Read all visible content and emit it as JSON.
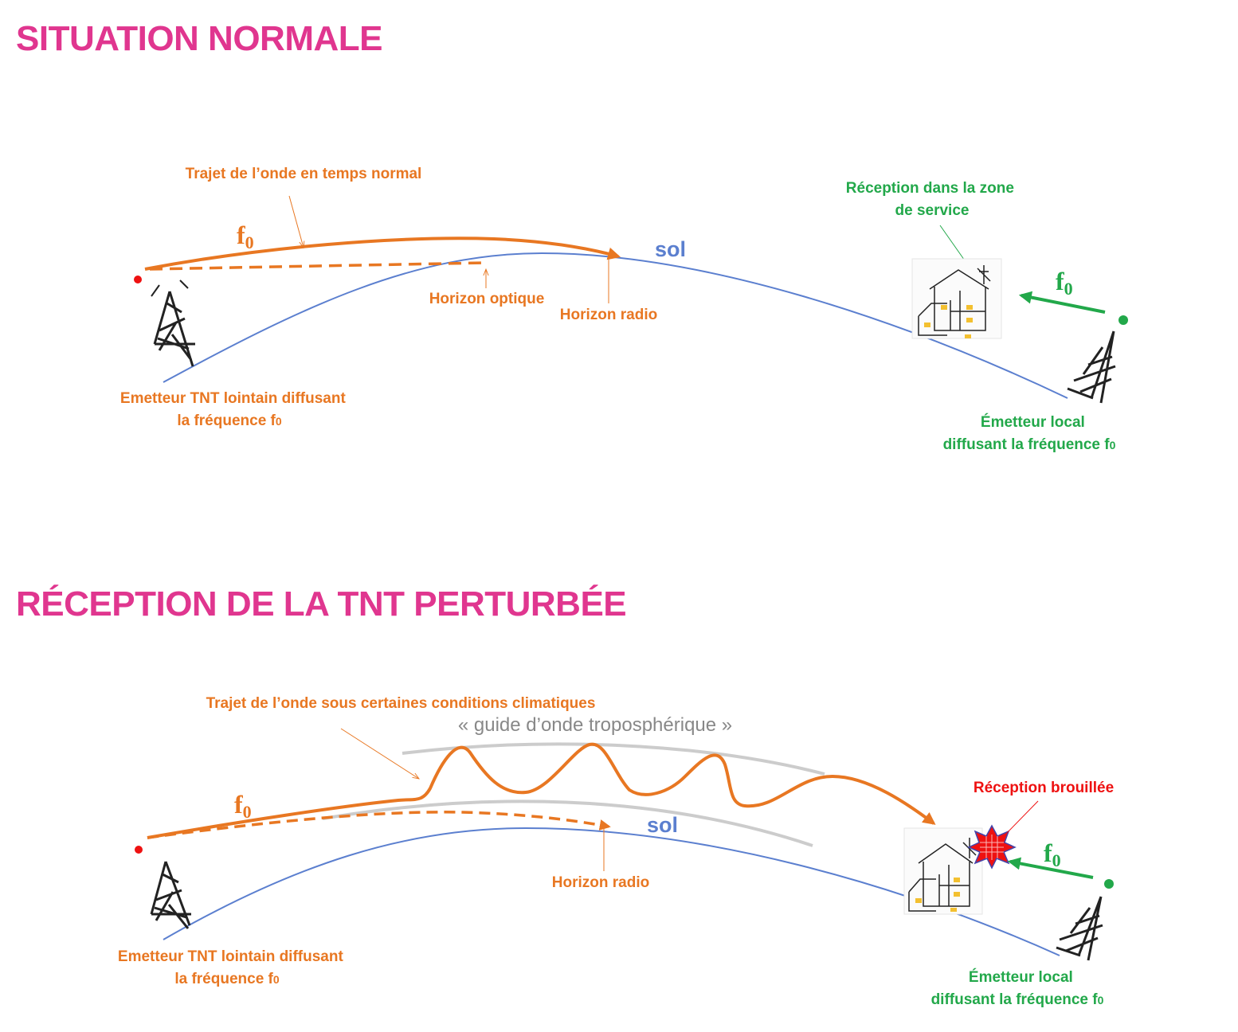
{
  "colors": {
    "title": "#e0368f",
    "orange": "#e87722",
    "green": "#22a84a",
    "blue": "#5b7fcf",
    "red": "#ee1111",
    "grey": "#cccccc",
    "black": "#222222"
  },
  "icons": {
    "tower": "tower-icon",
    "house": "house-icon",
    "interference": "interference-burst-icon"
  },
  "normal": {
    "title": "SITUATION NORMALE",
    "wave_path_label": "Trajet de l’onde en temps normal",
    "freq_symbol": "f",
    "freq_subscript": "0",
    "ground_label": "sol",
    "optical_horizon": "Horizon optique",
    "radio_horizon": "Horizon radio",
    "distant_tx_line1": "Emetteur TNT lointain diffusant",
    "distant_tx_line2": "la fréquence f",
    "distant_tx_sub": "0",
    "reception_line1": "Réception dans la zone",
    "reception_line2": "de service",
    "local_tx_line1": "Émetteur local",
    "local_tx_line2": "diffusant la fréquence f",
    "local_tx_sub": "0"
  },
  "disturbed": {
    "title": "RÉCEPTION DE LA TNT PERTURBÉE",
    "wave_path_label": "Trajet de l’onde sous certaines conditions climatiques",
    "duct_label": "« guide d’onde troposphérique »",
    "freq_symbol": "f",
    "freq_subscript": "0",
    "ground_label": "sol",
    "radio_horizon": "Horizon radio",
    "distant_tx_line1": "Emetteur TNT lointain diffusant",
    "distant_tx_line2": "la fréquence f",
    "distant_tx_sub": "0",
    "jammed_label": "Réception brouillée",
    "local_tx_line1": "Émetteur local",
    "local_tx_line2": "diffusant la fréquence f",
    "local_tx_sub": "0"
  }
}
